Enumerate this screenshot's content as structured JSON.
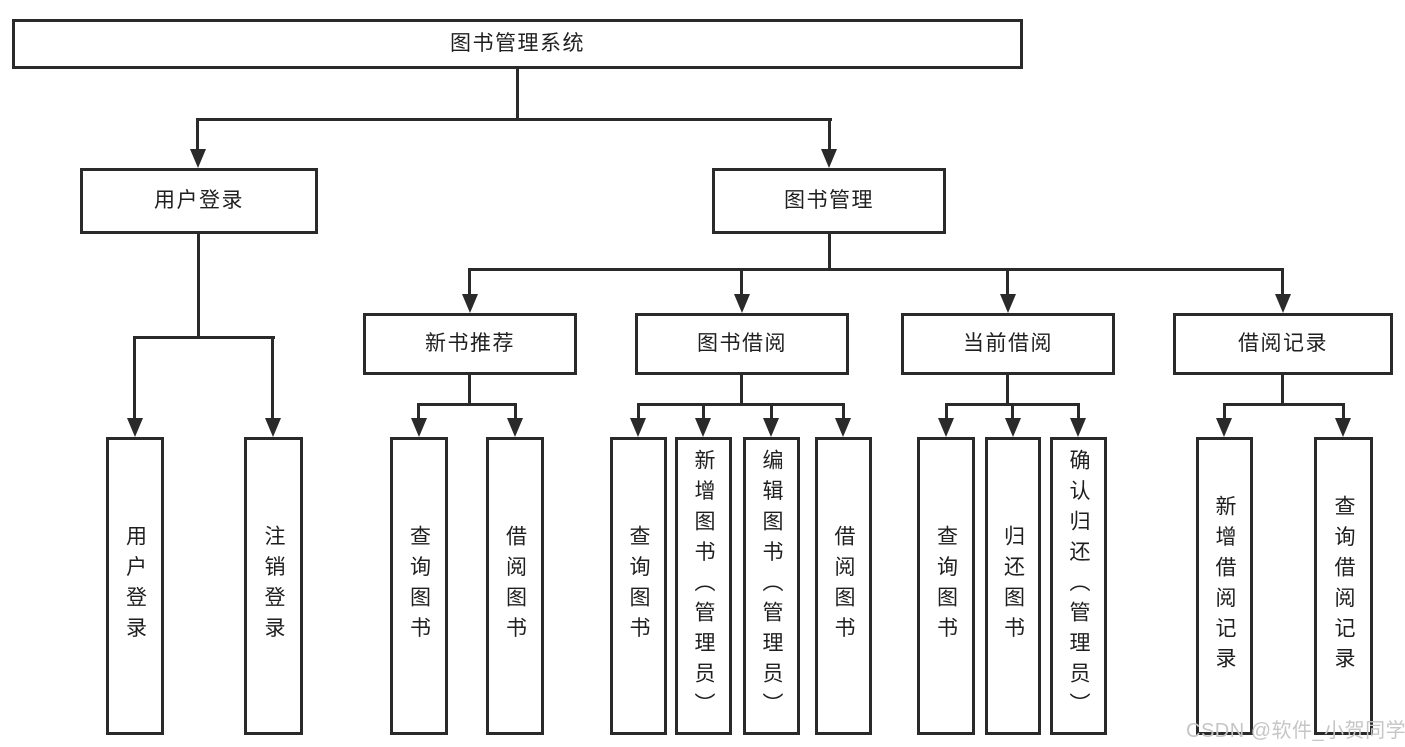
{
  "colors": {
    "line": "#2a2a2a",
    "text": "#1f1f1f",
    "background": "#ffffff",
    "watermark": "#c6c6c6"
  },
  "root": {
    "label": "图书管理系统"
  },
  "branches": [
    {
      "label": "用户登录",
      "children": [
        {
          "label": "用户登录"
        },
        {
          "label": "注销登录"
        }
      ]
    },
    {
      "label": "图书管理",
      "children": [
        {
          "label": "新书推荐",
          "children": [
            {
              "label": "查询图书"
            },
            {
              "label": "借阅图书"
            }
          ]
        },
        {
          "label": "图书借阅",
          "children": [
            {
              "label": "查询图书"
            },
            {
              "label": "新增图书（管理员）"
            },
            {
              "label": "编辑图书（管理员）"
            },
            {
              "label": "借阅图书"
            }
          ]
        },
        {
          "label": "当前借阅",
          "children": [
            {
              "label": "查询图书"
            },
            {
              "label": "归还图书"
            },
            {
              "label": "确认归还（管理员）"
            }
          ]
        },
        {
          "label": "借阅记录",
          "children": [
            {
              "label": "新增借阅记录"
            },
            {
              "label": "查询借阅记录"
            }
          ]
        }
      ]
    }
  ],
  "watermark": {
    "text": "CSDN @软件_小贺同学"
  }
}
